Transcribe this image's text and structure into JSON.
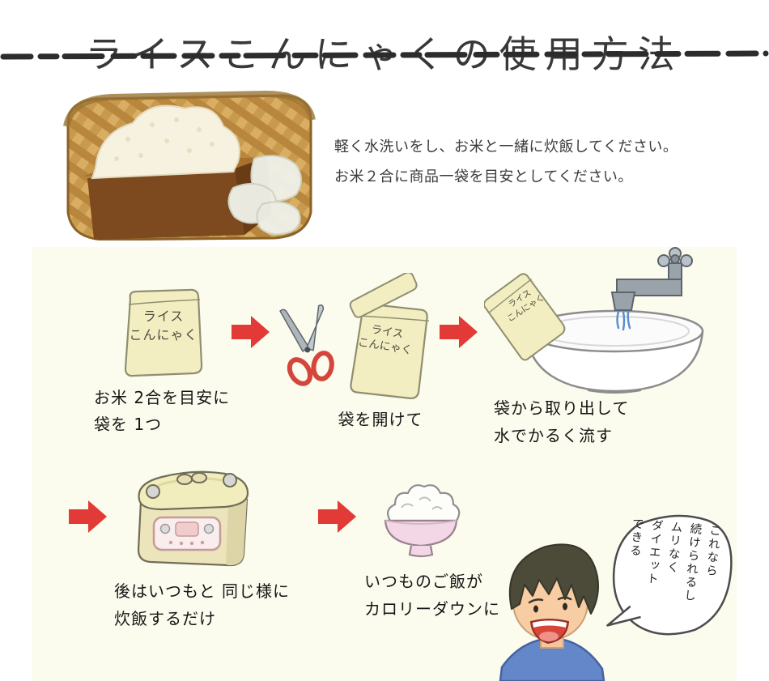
{
  "header": {
    "title": "ライスこんにゃくの使用方法"
  },
  "intro": {
    "line1": "軽く水洗いをし、お米と一緒に炊飯してください。",
    "line2": "お米２合に商品一袋を目安としてください。"
  },
  "package": {
    "label_line1": "ライス",
    "label_line2": "こんにゃく"
  },
  "steps": {
    "step1": {
      "caption1": "お米 2合を目安に",
      "caption2": "袋を 1つ"
    },
    "step2": {
      "caption1": "袋を開けて"
    },
    "step3": {
      "caption1": "袋から取り出して",
      "caption2": "水でかるく流す"
    },
    "step4": {
      "caption1": "後はいつもと 同じ様に",
      "caption2": "炊飯するだけ"
    },
    "step5": {
      "caption1": "いつものご飯が",
      "caption2": "カロリーダウンに"
    }
  },
  "speech_bubble": {
    "lines": [
      "これなら",
      "続けられるし",
      "ムリなく",
      "ダイエット",
      "できる"
    ]
  },
  "colors": {
    "arrow_red": "#e23a36",
    "panel_bg": "#fbfbee",
    "package_fill": "#f3eec2",
    "title_color": "#383838",
    "water_blue": "#5b8fd0",
    "shirt_blue": "#6487ca",
    "bowl_pink": "#f3d7e6"
  }
}
